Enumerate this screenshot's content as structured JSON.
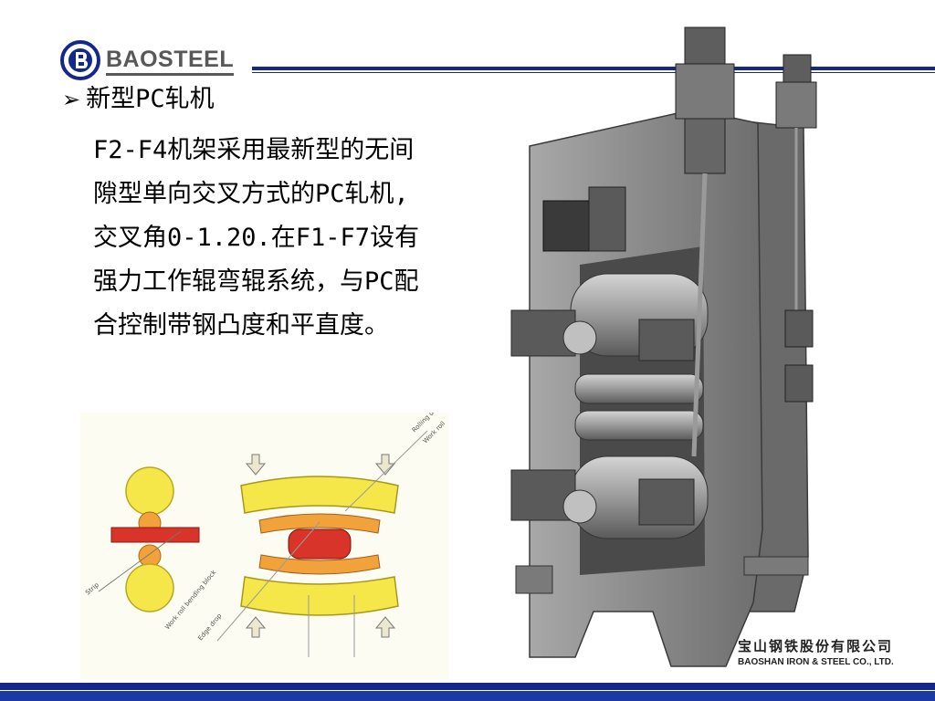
{
  "brand": {
    "logo_text": "BAOSTEEL"
  },
  "slide": {
    "bullet_title": "新型PC轧机",
    "body": "F2-F4机架采用最新型的无间隙型单向交叉方式的PC轧机,交叉角0-1.20.在F1-F7设有强力工作辊弯辊系统，与PC配合控制带钢凸度和平直度。"
  },
  "diagram": {
    "labels": {
      "rolling_direction": "Rolling dir.",
      "work_roll": "Work roll",
      "strip": "Strip",
      "work_roll_bending_block": "Work roll bending block",
      "edge_drop": "Edge drop"
    }
  },
  "footer": {
    "company_cn": "宝山钢铁股份有限公司",
    "company_en": "BAOSHAN IRON & STEEL CO., LTD."
  },
  "colors": {
    "brand_blue": "#14288c",
    "roll_yellow": "#f5e64a",
    "strip_red": "#d9342a",
    "roll_orange": "#f2a23a",
    "machine_gray": "#8e8e8e"
  }
}
